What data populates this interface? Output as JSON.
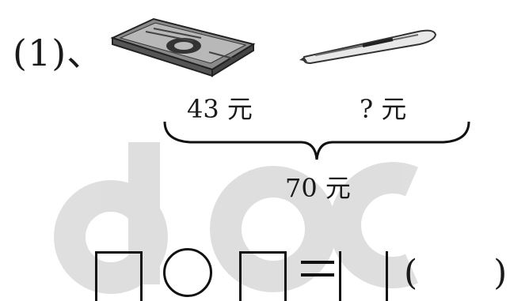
{
  "question": {
    "number": "(1)、"
  },
  "items": {
    "book_price": "43 元",
    "pen_price": "? 元",
    "total": "70 元"
  },
  "equation": {
    "paren_open": "(",
    "paren_close": ")",
    "unit_placeholder": ""
  },
  "colors": {
    "ink": "#1a1a1a",
    "watermark": "#cfcfcf"
  },
  "icons": {
    "book": "book-illustration",
    "pen": "pen-illustration"
  }
}
